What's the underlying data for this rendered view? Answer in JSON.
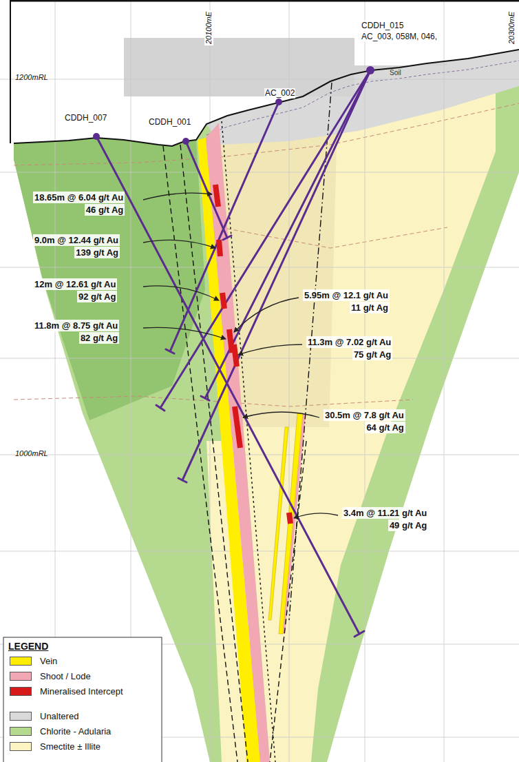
{
  "diagram": {
    "labels": [
      "20100mE",
      "20300mE",
      "1200mRL",
      "1000mRL",
      "CDDH_015",
      "AC_003, 058M, 046,",
      "Soil",
      "AC_002",
      "CDDH_007",
      "CDDH_001",
      "18.65m @ 6.04 g/t Au",
      "46 g/t Ag",
      "9.0m @ 12.44 g/t Au",
      "139 g/t Ag",
      "12m @ 12.61 g/t Au",
      "92 g/t Ag",
      "11.8m @ 8.75 g/t Au",
      "82 g/t Ag",
      "5.95m @ 12.1 g/t Au",
      "11 g/t Ag",
      "11.3m @ 7.02 g/t Au",
      "75 g/t Ag",
      "30.5m @ 7.8 g/t Au",
      "64 g/t Ag",
      "3.4m @ 11.21 g/t Au",
      "49 g/t Ag",
      "LEGEND"
    ],
    "legend": [
      {
        "text": "Vein",
        "color": "#ffee00"
      },
      {
        "text": "Shoot / Lode",
        "color": "#f2a7b5"
      },
      {
        "text": "Mineralised Intercept",
        "color": "#d7191c"
      },
      {
        "text": "Unaltered",
        "color": "#d9d9d9"
      },
      {
        "text": "Chlorite - Adularia",
        "color": "#b5d98e"
      },
      {
        "text": "Smectite ± Illite",
        "color": "#fbf3c2"
      }
    ]
  }
}
